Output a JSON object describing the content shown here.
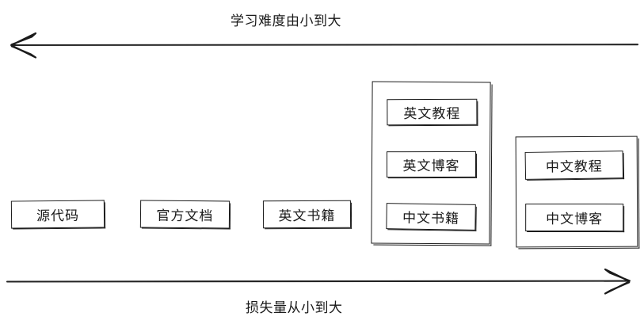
{
  "diagram": {
    "title_top": "学习难度由小到大",
    "title_bottom": "损失量从小到大",
    "stroke_color": "#1b1b1b",
    "background_color": "#ffffff",
    "axes": [
      {
        "name": "difficulty-axis",
        "label": "学习难度由小到大",
        "direction": "left",
        "position": "top"
      },
      {
        "name": "loss-axis",
        "label": "损失量从小到大",
        "direction": "right",
        "position": "bottom"
      }
    ],
    "nodes": [
      {
        "id": "source-code",
        "label": "源代码"
      },
      {
        "id": "official-docs",
        "label": "官方文档"
      },
      {
        "id": "english-books",
        "label": "英文书籍"
      }
    ],
    "groups": [
      {
        "id": "group-english",
        "items": [
          {
            "id": "english-tutorial",
            "label": "英文教程"
          },
          {
            "id": "english-blog",
            "label": "英文博客"
          },
          {
            "id": "chinese-books",
            "label": "中文书籍"
          }
        ]
      },
      {
        "id": "group-chinese",
        "items": [
          {
            "id": "chinese-tutorial",
            "label": "中文教程"
          },
          {
            "id": "chinese-blog",
            "label": "中文博客"
          }
        ]
      }
    ]
  }
}
